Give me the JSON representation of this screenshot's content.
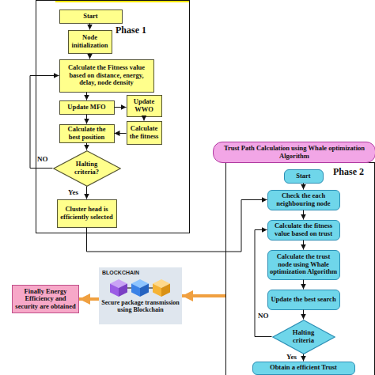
{
  "diagram": {
    "nodes": [
      {
        "text": [
          "Phase 1"
        ]
      },
      {
        "text": [
          "Start"
        ],
        "in": 0
      },
      {
        "text": [
          "Node initialization"
        ],
        "in": 0
      },
      {
        "text": [
          "Calculate the Fitness value based on distance, energy, delay, node density"
        ],
        "in": 0
      },
      {
        "text": [
          "Update MFO"
        ],
        "in": 0
      },
      {
        "text": [
          "Update WWO"
        ],
        "in": 0
      },
      {
        "text": [
          "Calculate the best position"
        ],
        "in": 0
      },
      {
        "text": [
          "Calculate the fitness"
        ],
        "in": 0
      },
      {
        "text": [
          "Halting criteria?"
        ],
        "in": 0
      },
      {
        "text": [
          "Cluster head is efficiently selected"
        ],
        "in": 0
      },
      {
        "text": [
          "Trust Path Calculation using Whale optimization Algorithm",
          "Phase 2"
        ]
      },
      {
        "text": [
          "Start"
        ],
        "in": 10
      },
      {
        "text": [
          "Check the each neighbouring node"
        ],
        "in": 10
      },
      {
        "text": [
          "Calculate the fitness value based on trust"
        ],
        "in": 10
      },
      {
        "text": [
          "Calculate the trust node using Whale optimization Algorithm"
        ],
        "in": 10
      },
      {
        "text": [
          "Update the best search"
        ],
        "in": 10
      },
      {
        "text": [
          "Halting criteria"
        ],
        "in": 10
      },
      {
        "text": [
          "Obtain a efficient Trust"
        ],
        "in": 10
      },
      {
        "text": [
          "BLOCKCHAIN",
          "Secure package transmission using Blockchain"
        ]
      },
      {
        "text": [
          "Finally Energy Efficiency and security are obtained"
        ]
      }
    ],
    "edges": [
      {
        "from": 1,
        "to": 2,
        "arrow": "to"
      },
      {
        "from": 2,
        "to": 3,
        "arrow": "to"
      },
      {
        "from": 3,
        "to": 4,
        "arrow": "to"
      },
      {
        "from": 4,
        "to": 5,
        "arrow": "to"
      },
      {
        "from": 5,
        "to": 7,
        "arrow": "to"
      },
      {
        "from": 7,
        "to": 6,
        "arrow": "to"
      },
      {
        "from": 4,
        "to": 6,
        "arrow": "to"
      },
      {
        "from": 6,
        "to": 8,
        "arrow": "to"
      },
      {
        "from": 8,
        "to": 9,
        "label": "Yes",
        "arrow": "to"
      },
      {
        "from": 8,
        "to": 3,
        "label": "NO",
        "arrow": "to"
      },
      {
        "from": 9,
        "to": 12,
        "arrow": "to"
      },
      {
        "from": 11,
        "to": 12,
        "arrow": "to"
      },
      {
        "from": 12,
        "to": 13,
        "arrow": "to"
      },
      {
        "from": 13,
        "to": 14,
        "arrow": "to"
      },
      {
        "from": 14,
        "to": 15,
        "arrow": "to"
      },
      {
        "from": 15,
        "to": 16,
        "arrow": "to"
      },
      {
        "from": 16,
        "to": 17,
        "label": "Yes",
        "arrow": "to"
      },
      {
        "from": 16,
        "to": 13,
        "label": "NO",
        "arrow": "to"
      },
      {
        "from": 10,
        "to": 18,
        "arrow": "to"
      },
      {
        "from": 18,
        "to": 19,
        "arrow": "to"
      }
    ]
  }
}
